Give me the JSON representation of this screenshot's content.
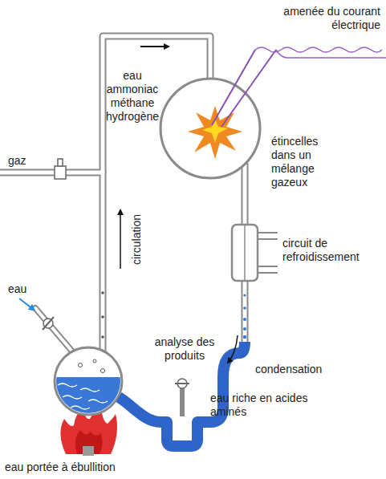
{
  "diagram": {
    "labels": [
      "amenée du courant électrique",
      "eau ammoniac méthane hydrogène",
      "étincelles dans un mélange gazeux",
      "gaz",
      "circulation",
      "circuit de refroidissement",
      "eau",
      "analyse des produits",
      "condensation",
      "eau riche en acides aminés",
      "eau portée à ébullition"
    ]
  }
}
